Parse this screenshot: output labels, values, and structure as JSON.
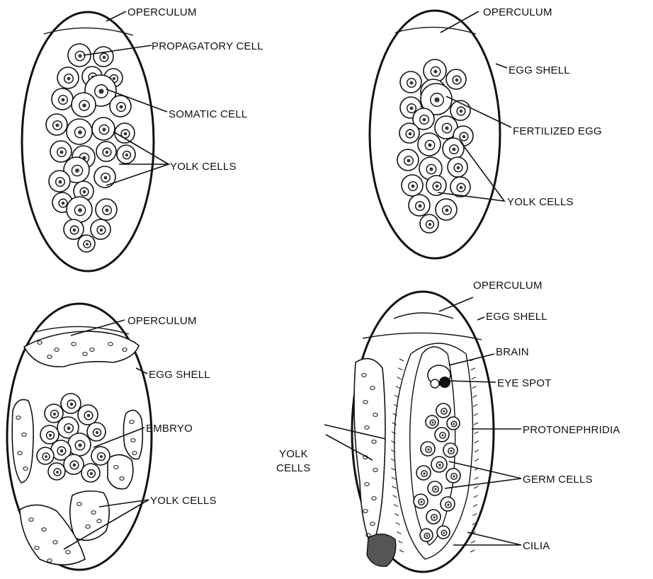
{
  "labels": {
    "egg1": {
      "operculum": "OPERCULUM",
      "propagatory_cell": "PROPAGATORY CELL",
      "somatic_cell": "SOMATIC CELL",
      "yolk_cells": "YOLK CELLS"
    },
    "egg2": {
      "operculum": "OPERCULUM",
      "egg_shell": "EGG SHELL",
      "fertilized_egg": "FERTILIZED EGG",
      "yolk_cells": "YOLK CELLS"
    },
    "egg3": {
      "operculum": "OPERCULUM",
      "egg_shell": "EGG SHELL",
      "embryo": "EMBRYO",
      "yolk_cells": "YOLK CELLS"
    },
    "egg4": {
      "operculum": "OPERCULUM",
      "egg_shell": "EGG SHELL",
      "brain": "BRAIN",
      "eye_spot": "EYE SPOT",
      "protonephridia": "PROTONEPHRIDIA",
      "germ_cells": "GERM CELLS",
      "cilia": "CILIA",
      "yolk_cells_line1": "YOLK",
      "yolk_cells_line2": "CELLS"
    }
  }
}
